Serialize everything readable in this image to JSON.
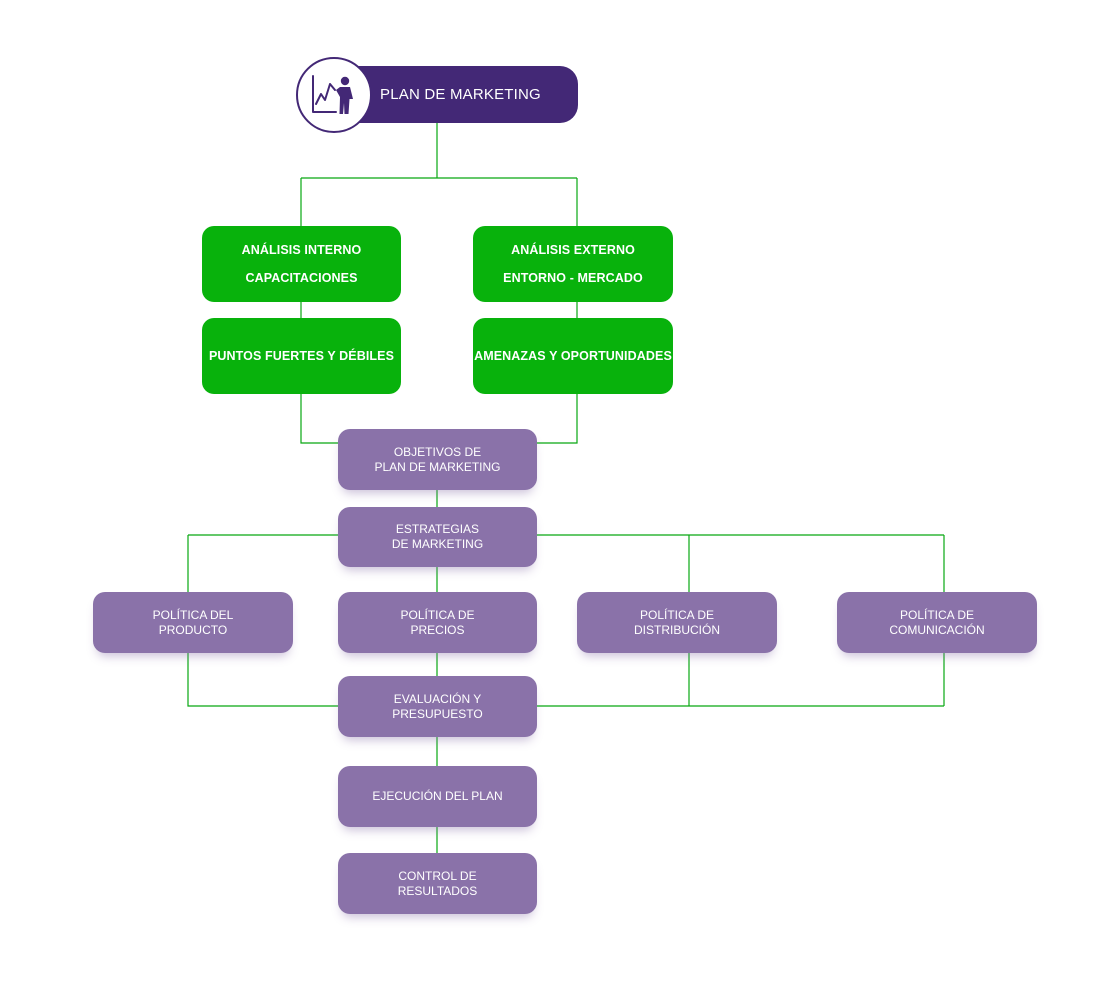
{
  "title": "PLAN DE MARKETING",
  "icon": "presentation-chart-icon",
  "colors": {
    "title_bg": "#432876",
    "green": "#08b20c",
    "purple": "#8a72a9",
    "connector": "#08a812"
  },
  "analysis": {
    "internal": {
      "line1": "ANÁLISIS INTERNO",
      "line2": "CAPACITACIONES"
    },
    "external": {
      "line1": "ANÁLISIS EXTERNO",
      "line2": "ENTORNO - MERCADO"
    },
    "strengths": "PUNTOS FUERTES Y DÉBILES",
    "threats": "AMENAZAS Y OPORTUNIDADES"
  },
  "objectives": {
    "line1": "OBJETIVOS DE",
    "line2": "PLAN DE MARKETING"
  },
  "strategies": {
    "line1": "ESTRATEGIAS",
    "line2": "DE MARKETING"
  },
  "policies": {
    "product": {
      "line1": "POLÍTICA DEL",
      "line2": "PRODUCTO"
    },
    "prices": {
      "line1": "POLÍTICA DE",
      "line2": "PRECIOS"
    },
    "distribution": {
      "line1": "POLÍTICA DE",
      "line2": "DISTRIBUCIÓN"
    },
    "communication": {
      "line1": "POLÍTICA DE",
      "line2": "COMUNICACIÓN"
    }
  },
  "evaluation": {
    "line1": "EVALUACIÓN Y",
    "line2": "PRESUPUESTO"
  },
  "execution": "EJECUCIÓN DEL PLAN",
  "control": {
    "line1": "CONTROL DE",
    "line2": "RESULTADOS"
  }
}
